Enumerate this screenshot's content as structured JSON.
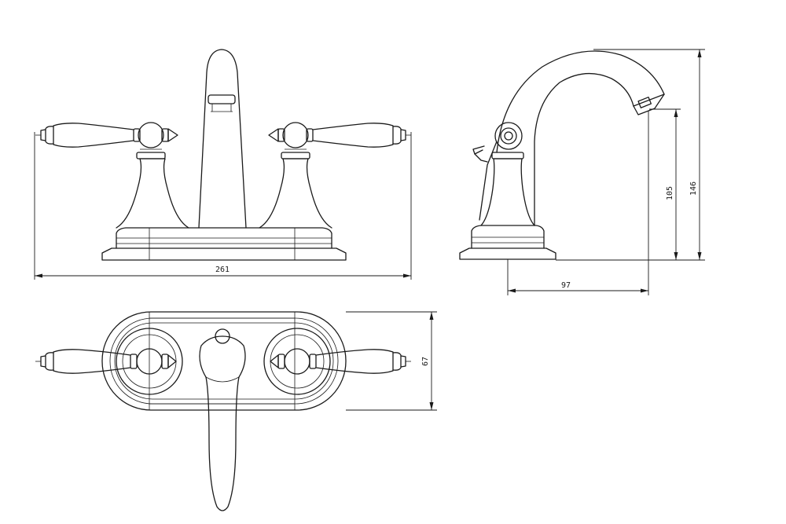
{
  "dimensions": {
    "overall_width": "261",
    "spout_reach": "97",
    "spout_height": "105",
    "overall_height": "146",
    "base_depth": "67"
  },
  "colors": {
    "line": "#1a1a1a",
    "background": "#ffffff"
  }
}
